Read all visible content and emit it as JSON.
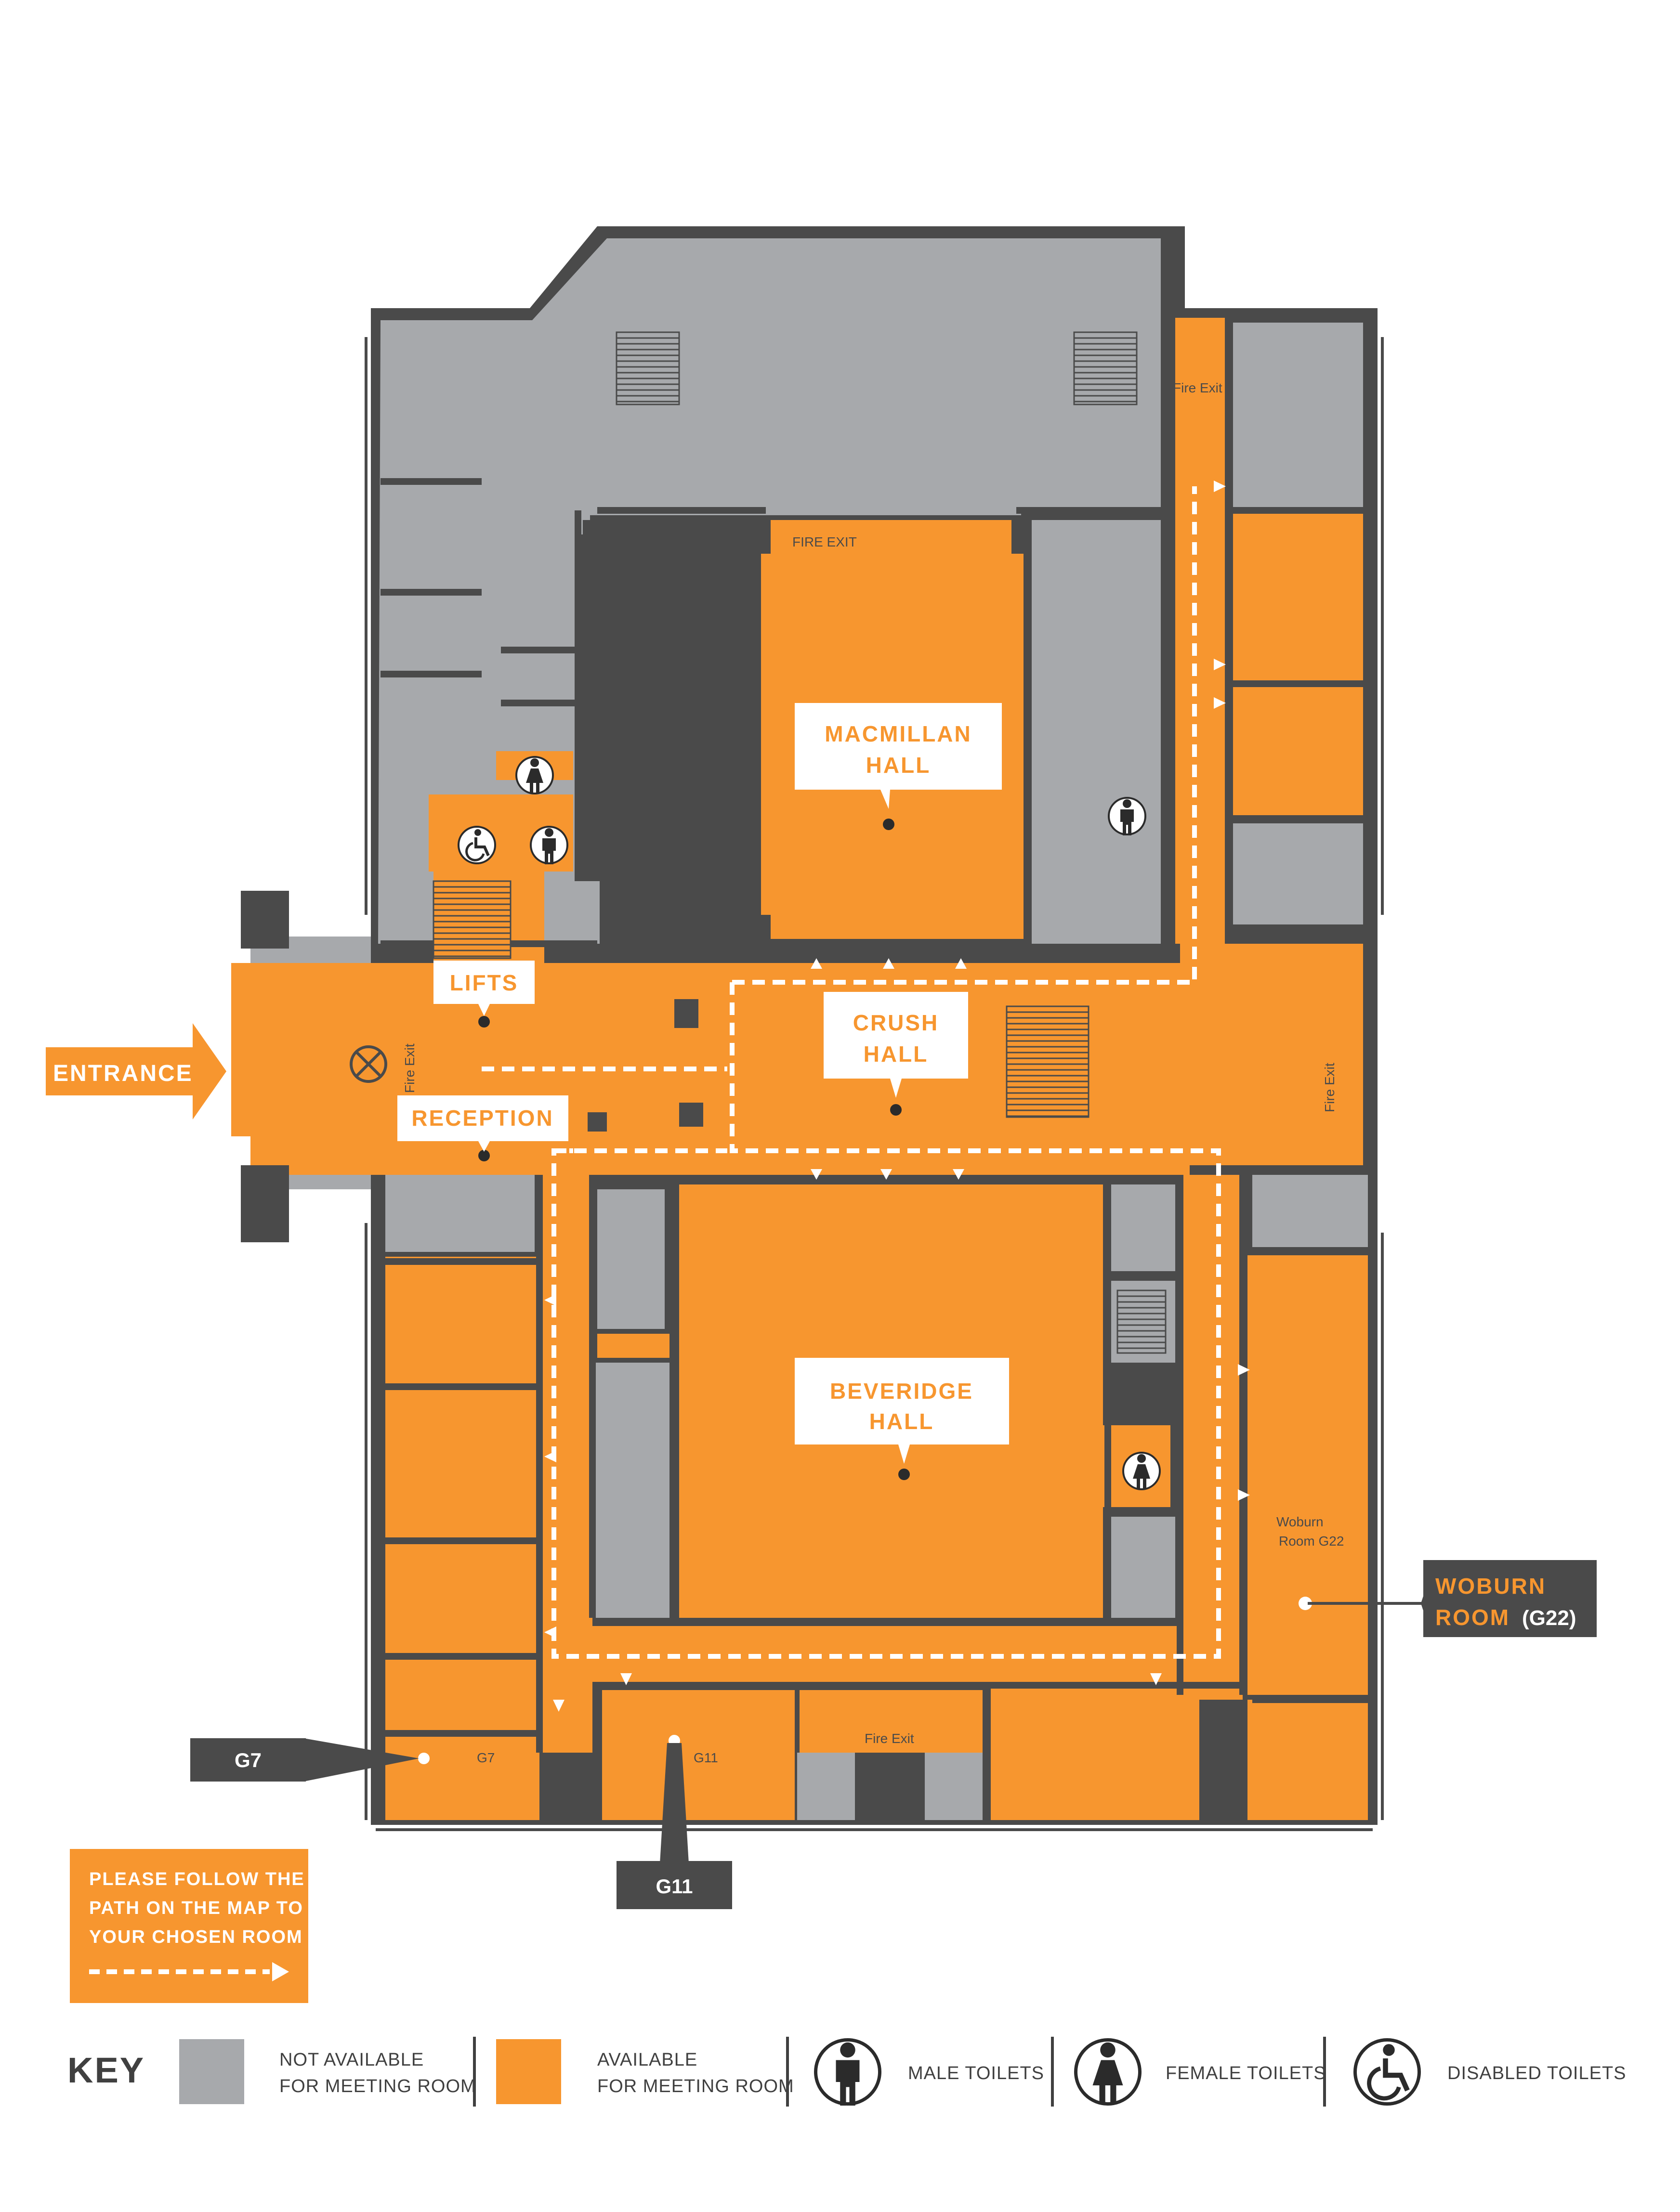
{
  "colors": {
    "unavailable": "#a7a9ac",
    "available": "#f7962f",
    "wall": "#4a4a4a",
    "label_bg": "#ffffff",
    "label_text": "#f7962f",
    "path": "#ffffff"
  },
  "rooms": {
    "macmillan_hall": [
      "MACMILLAN",
      "HALL"
    ],
    "crush_hall": [
      "CRUSH",
      "HALL"
    ],
    "beveridge_hall": [
      "BEVERIDGE",
      "HALL"
    ],
    "lifts": "LIFTS",
    "reception": "RECEPTION",
    "entrance": "ENTRANCE"
  },
  "fire_exits": {
    "top_right": "Fire Exit",
    "macmillan": "FIRE EXIT",
    "entrance_vertical": "Fire Exit",
    "east_vertical": "Fire Exit",
    "south": "Fire Exit"
  },
  "small_labels": {
    "g7_room": "G7",
    "g11_room": "G11",
    "woburn_room_line1": "Woburn",
    "woburn_room_line2": "Room G22"
  },
  "callouts": {
    "woburn_line1": "WOBURN",
    "woburn_line2": "ROOM",
    "woburn_code": "(G22)",
    "g7": "G7",
    "g11": "G11"
  },
  "instructions": [
    "PLEASE FOLLOW THE",
    "PATH ON THE MAP TO",
    "YOUR CHOSEN ROOM"
  ],
  "key": {
    "title": "KEY",
    "not_available": [
      "NOT AVAILABLE",
      "FOR MEETING ROOM"
    ],
    "available": [
      "AVAILABLE",
      "FOR MEETING ROOM"
    ],
    "male_toilets": "MALE TOILETS",
    "female_toilets": "FEMALE TOILETS",
    "disabled_toilets": "DISABLED TOILETS"
  },
  "icons": [
    "male-toilet-icon",
    "female-toilet-icon",
    "disabled-toilet-icon",
    "lift-icon",
    "arrow-icon"
  ]
}
